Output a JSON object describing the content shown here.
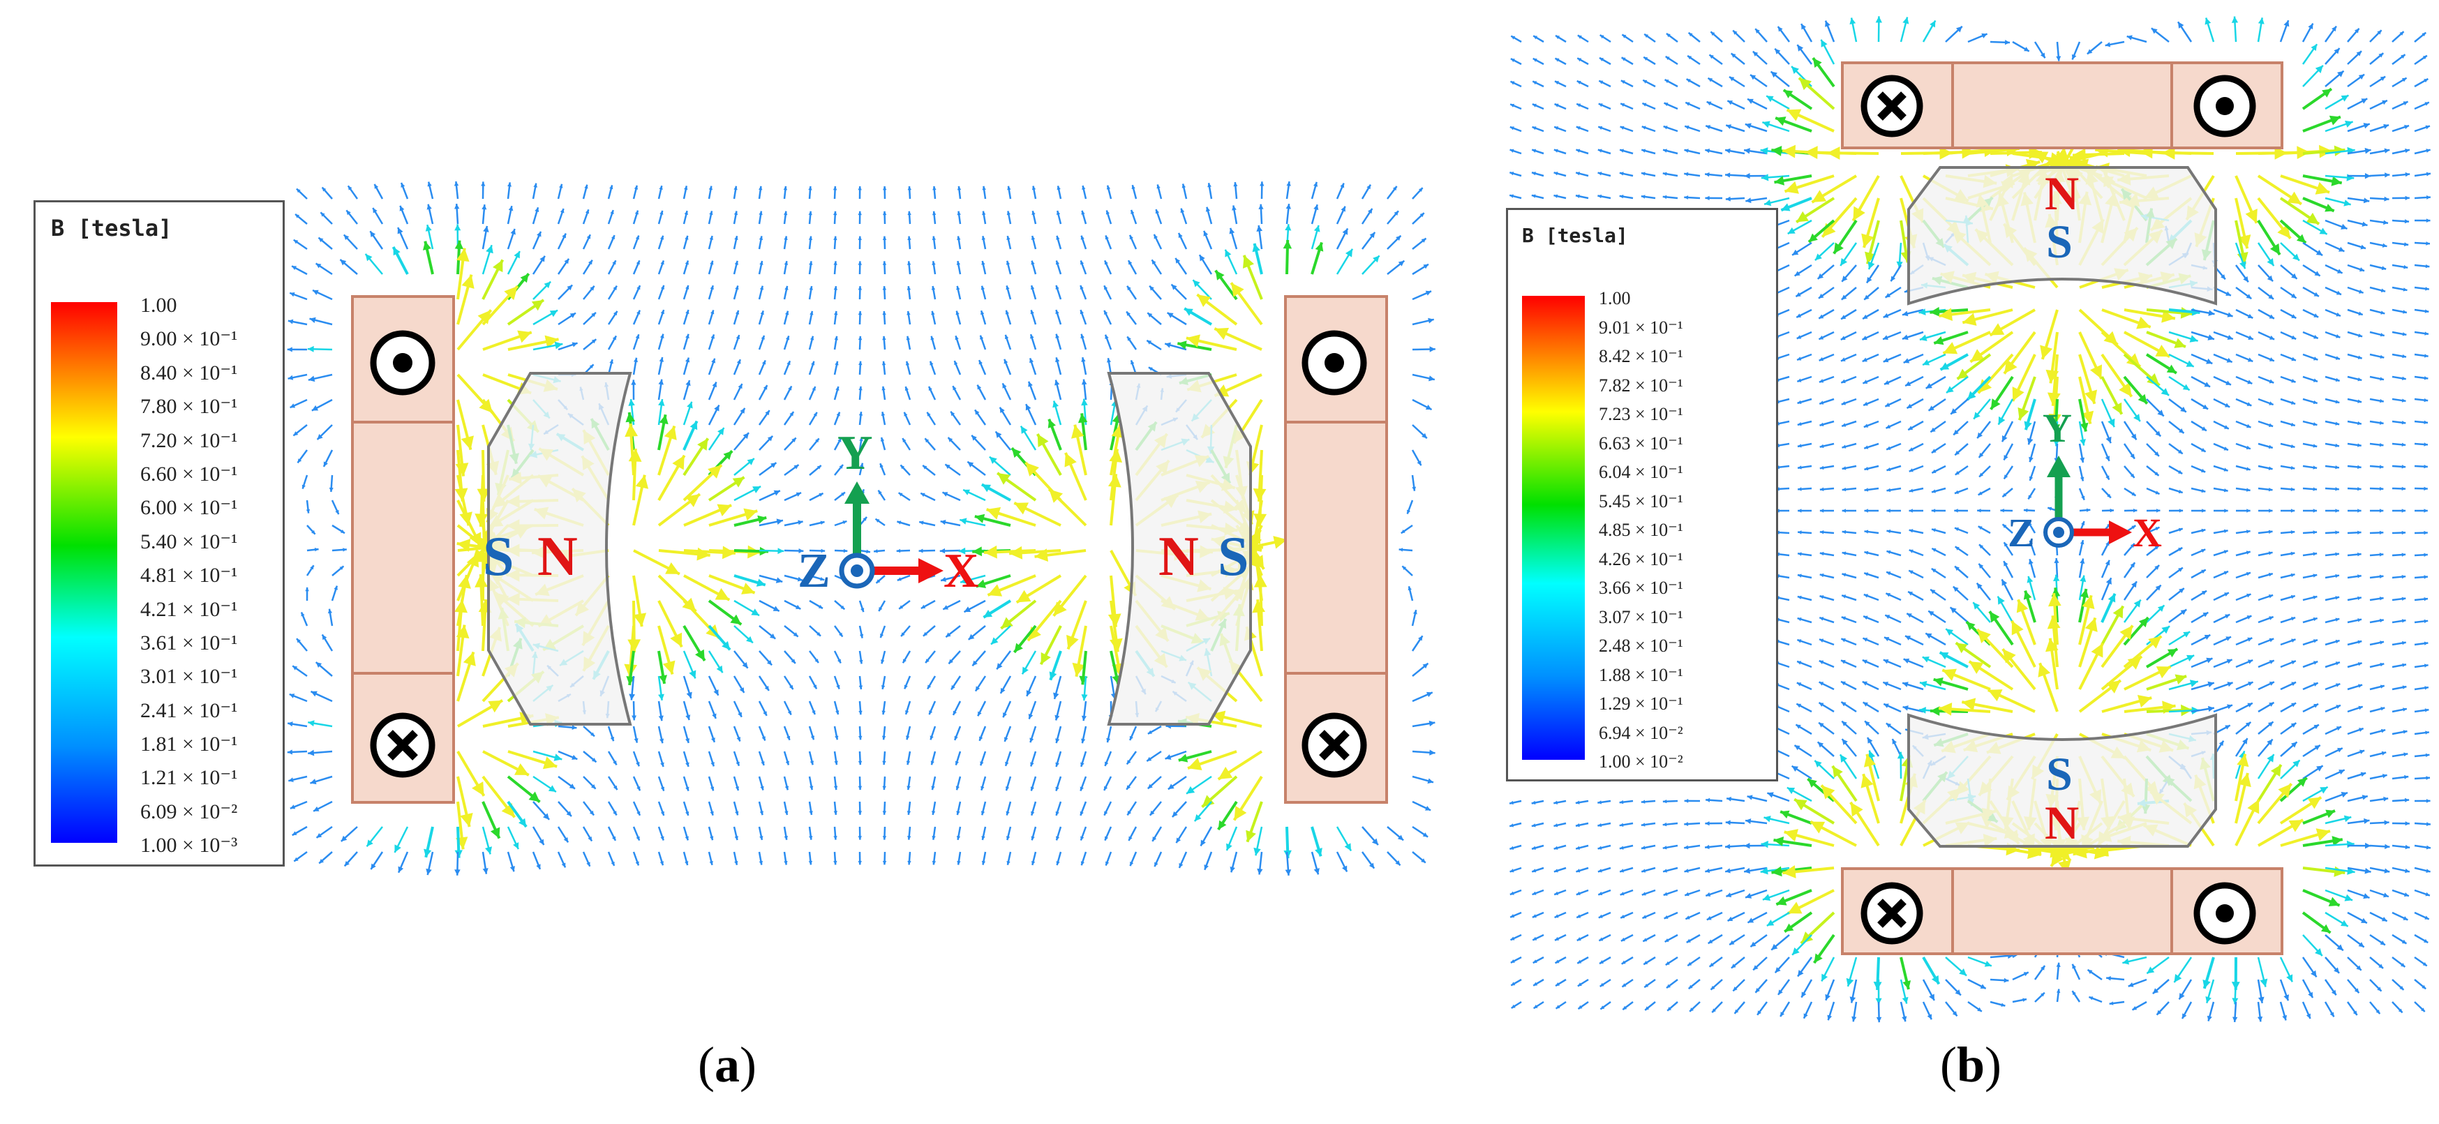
{
  "panel_a": {
    "legend": {
      "title": "B [tesla]",
      "ticks": [
        "1.00",
        "9.00 × 10⁻¹",
        "8.40 × 10⁻¹",
        "7.80 × 10⁻¹",
        "7.20 × 10⁻¹",
        "6.60 × 10⁻¹",
        "6.00 × 10⁻¹",
        "5.40 × 10⁻¹",
        "4.81 × 10⁻¹",
        "4.21 × 10⁻¹",
        "3.61 × 10⁻¹",
        "3.01 × 10⁻¹",
        "2.41 × 10⁻¹",
        "1.81 × 10⁻¹",
        "1.21 × 10⁻¹",
        "6.09 × 10⁻²",
        "1.00 × 10⁻³"
      ]
    },
    "axes": {
      "x": "X",
      "y": "Y",
      "z": "Z"
    },
    "poles": {
      "left_s": "S",
      "left_n": "N",
      "right_n": "N",
      "right_s": "S"
    },
    "current_symbols": [
      "dot",
      "dot",
      "cross",
      "cross"
    ],
    "caption_open": "(",
    "caption_letter": "a",
    "caption_close": ")"
  },
  "panel_b": {
    "legend": {
      "title": "B [tesla]",
      "ticks": [
        "1.00",
        "9.01 × 10⁻¹",
        "8.42 × 10⁻¹",
        "7.82 × 10⁻¹",
        "7.23 × 10⁻¹",
        "6.63 × 10⁻¹",
        "6.04 × 10⁻¹",
        "5.45 × 10⁻¹",
        "4.85 × 10⁻¹",
        "4.26 × 10⁻¹",
        "3.66 × 10⁻¹",
        "3.07 × 10⁻¹",
        "2.48 × 10⁻¹",
        "1.88 × 10⁻¹",
        "1.29 × 10⁻¹",
        "6.94 × 10⁻²",
        "1.00 × 10⁻²"
      ]
    },
    "axes": {
      "x": "X",
      "y": "Y",
      "z": "Z"
    },
    "poles": {
      "top_n": "N",
      "top_s": "S",
      "bottom_s": "S",
      "bottom_n": "N"
    },
    "current_symbols": [
      "cross",
      "dot",
      "cross",
      "dot"
    ],
    "caption_open": "(",
    "caption_letter": "b",
    "caption_close": ")"
  },
  "colors": {
    "coil": "#f6d9cc",
    "coil_stroke": "#c7826a",
    "pole_piece": "#f2f2f2",
    "pole_piece_stroke": "#777777",
    "n_pole": "#e01515",
    "s_pole": "#1a66b8",
    "x_axis": "#ee1111",
    "y_axis": "#14a050",
    "z_axis": "#1a66b8"
  }
}
